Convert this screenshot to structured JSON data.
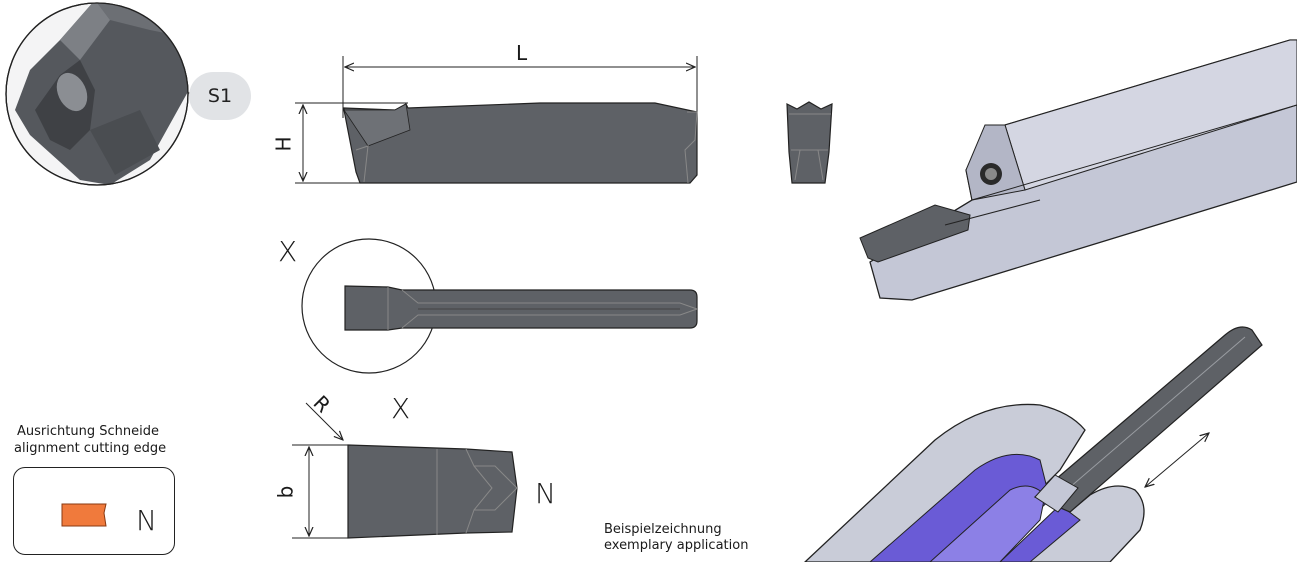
{
  "labels": {
    "s1": "S1",
    "L": "L",
    "H": "H",
    "X_view": "X",
    "R": "R",
    "X_detail": "X",
    "b": "b",
    "N_detail": "N",
    "N_box": "N"
  },
  "alignment": {
    "line1": "Ausrichtung Schneide",
    "line2": "alignment cutting edge",
    "marker_color": "#f07a3c"
  },
  "application": {
    "line1": "Beispielzeichnung",
    "line2": "exemplary application"
  },
  "colors": {
    "insert": "#5e6166",
    "insert_dark": "#3c3e42",
    "holder": "#c4c7d6",
    "holder_dark": "#9ea2b5",
    "workpiece": "#6a5bd6",
    "workpiece_light": "#c9ccd8"
  }
}
